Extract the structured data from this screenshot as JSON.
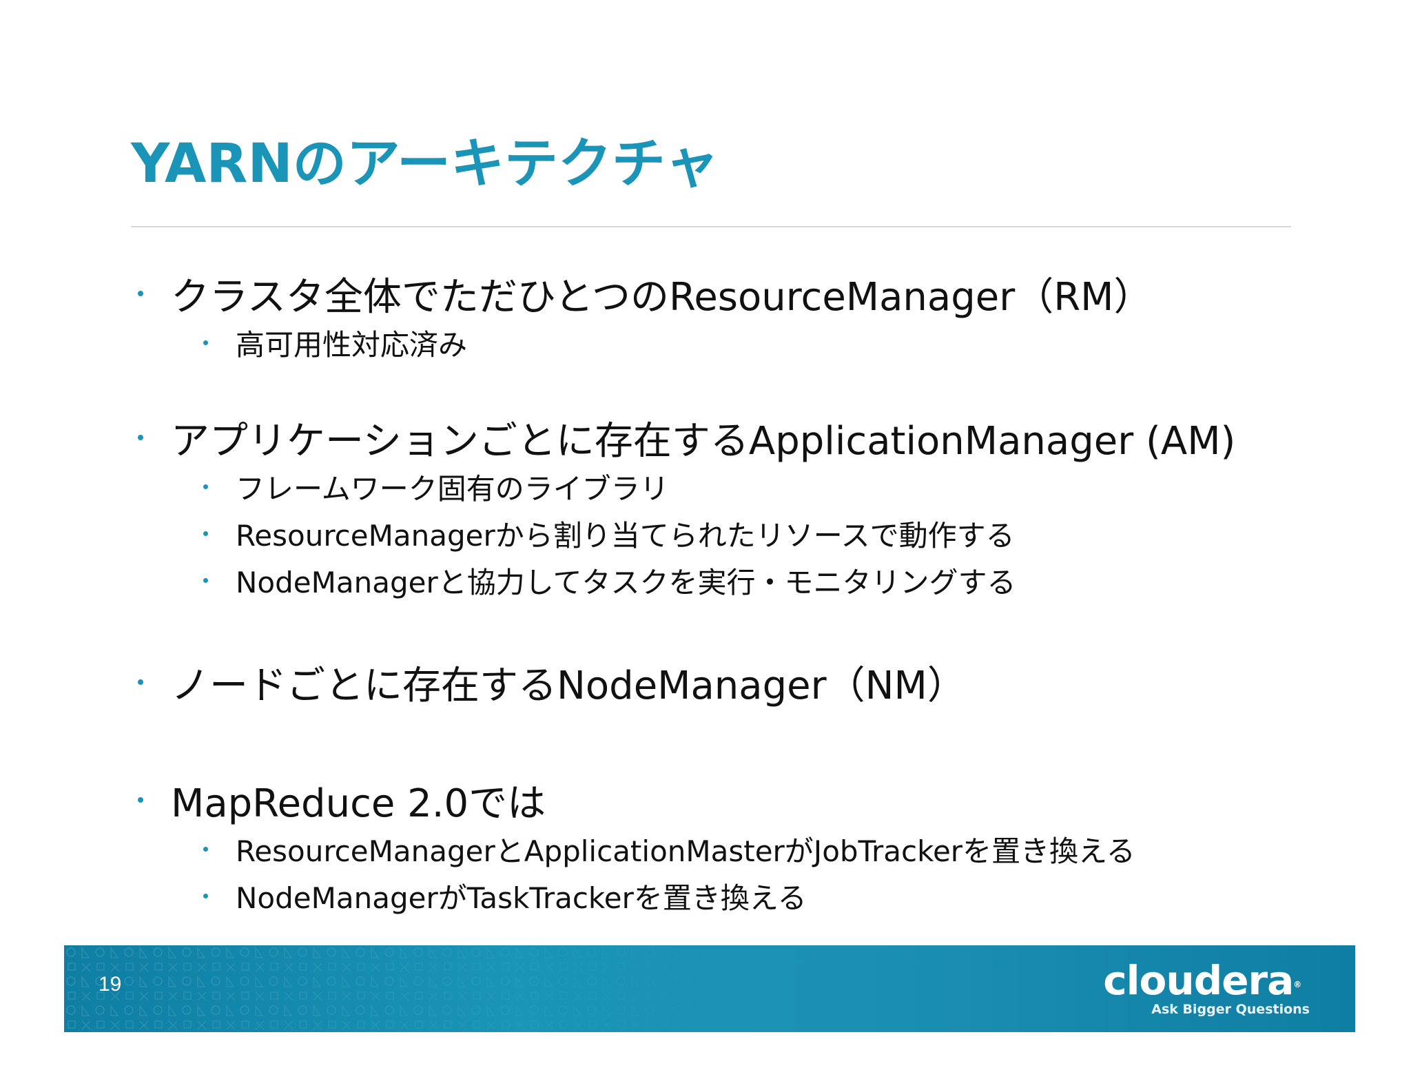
{
  "slide": {
    "title": "YARNのアーキテクチャ",
    "page_number": "19"
  },
  "colors": {
    "accent": "#1a95b7",
    "footer": "#1a95b7",
    "text": "#111111"
  },
  "bullets": [
    {
      "text": "クラスタ全体でただひとつのResourceManager（RM）",
      "sub": [
        "高可用性対応済み"
      ]
    },
    {
      "text": "アプリケーションごとに存在するApplicationManager (AM)",
      "sub": [
        "フレームワーク固有のライブラリ",
        "ResourceManagerから割り当てられたリソースで動作する",
        "NodeManagerと協力してタスクを実行・モニタリングする"
      ]
    },
    {
      "text": "ノードごとに存在するNodeManager（NM）",
      "sub": []
    },
    {
      "text": "MapReduce 2.0では",
      "sub": [
        "ResourceManagerとApplicationMasterがJobTrackerを置き換える",
        "NodeManagerがTaskTrackerを置き換える"
      ]
    }
  ],
  "logo": {
    "wordmark": "cloudera",
    "registered": "®",
    "tagline": "Ask Bigger Questions"
  }
}
